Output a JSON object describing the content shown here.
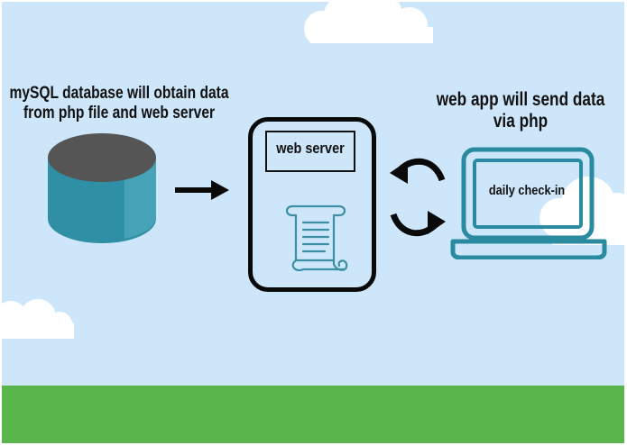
{
  "database_caption": {
    "line1": "mySQL database will obtain data",
    "line2": "from php file and web server"
  },
  "webapp_caption": {
    "line1": "web app will send data",
    "line2": "via php"
  },
  "server": {
    "label": "web server"
  },
  "laptop": {
    "screen_label": "daily check-in"
  },
  "icons": {
    "database": "database-cylinder-icon",
    "flow_arrow": "arrow-right-icon",
    "server": "web-server-box",
    "document": "scroll-document-icon",
    "sync_top": "curved-arrow-left-icon",
    "sync_bottom": "curved-arrow-right-icon",
    "client": "laptop-icon"
  },
  "colors": {
    "sky": "#cde6fa",
    "grass": "#5ab54c",
    "database_side": "#2e8fa5",
    "database_top": "#555555",
    "laptop_stroke": "#2a8aa0",
    "scroll_stroke": "#3d8fa3",
    "outline": "#0a0a0a"
  }
}
